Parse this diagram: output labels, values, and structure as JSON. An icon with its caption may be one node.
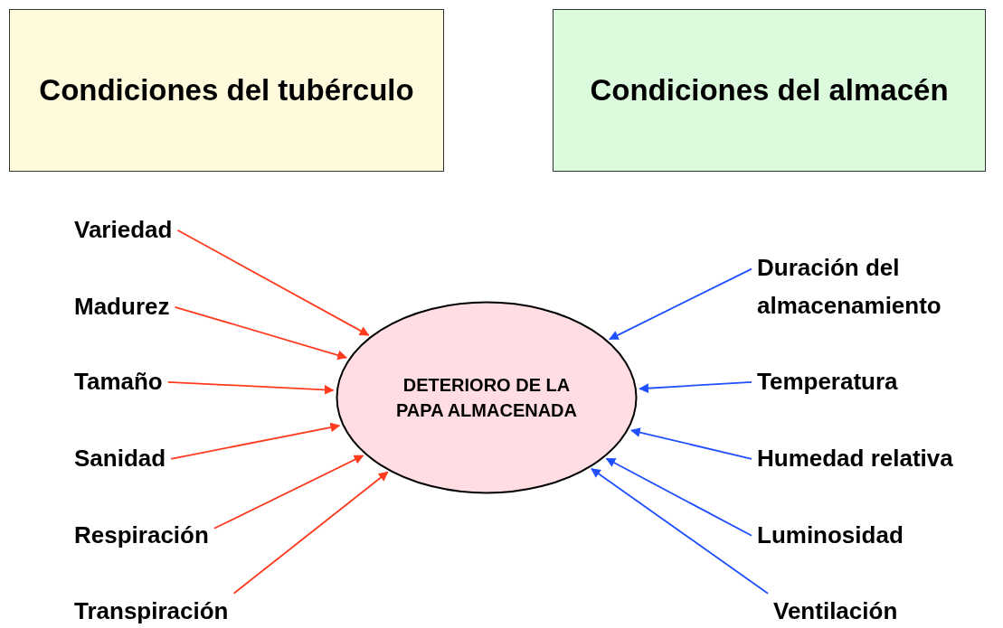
{
  "diagram": {
    "nodes": [
      {
        "text": [
          "Condiciones del tubérculo"
        ]
      },
      {
        "text": [
          "Condiciones del almacén"
        ]
      },
      {
        "text": [
          "DETERIORO DE LA PAPA ALMACENADA"
        ]
      },
      {
        "text": [
          "Variedad"
        ]
      },
      {
        "text": [
          "Madurez"
        ]
      },
      {
        "text": [
          "Tamaño"
        ]
      },
      {
        "text": [
          "Sanidad"
        ]
      },
      {
        "text": [
          "Respiración"
        ]
      },
      {
        "text": [
          "Transpiración"
        ]
      },
      {
        "text": [
          "Duración del almacenamiento"
        ]
      },
      {
        "text": [
          "Temperatura"
        ]
      },
      {
        "text": [
          "Humedad relativa"
        ]
      },
      {
        "text": [
          "Luminosidad"
        ]
      },
      {
        "text": [
          "Ventilación"
        ]
      }
    ],
    "edges": [
      {
        "from": 3,
        "to": 2,
        "arrow": "to",
        "color": "#ff3b1f"
      },
      {
        "from": 4,
        "to": 2,
        "arrow": "to",
        "color": "#ff3b1f"
      },
      {
        "from": 5,
        "to": 2,
        "arrow": "to",
        "color": "#ff3b1f"
      },
      {
        "from": 6,
        "to": 2,
        "arrow": "to",
        "color": "#ff3b1f"
      },
      {
        "from": 7,
        "to": 2,
        "arrow": "to",
        "color": "#ff3b1f"
      },
      {
        "from": 8,
        "to": 2,
        "arrow": "to",
        "color": "#ff3b1f"
      },
      {
        "from": 9,
        "to": 2,
        "arrow": "to",
        "color": "#1f4fff"
      },
      {
        "from": 10,
        "to": 2,
        "arrow": "to",
        "color": "#1f4fff"
      },
      {
        "from": 11,
        "to": 2,
        "arrow": "to",
        "color": "#1f4fff"
      },
      {
        "from": 12,
        "to": 2,
        "arrow": "to",
        "color": "#1f4fff"
      },
      {
        "from": 13,
        "to": 2,
        "arrow": "to",
        "color": "#1f4fff"
      }
    ]
  }
}
